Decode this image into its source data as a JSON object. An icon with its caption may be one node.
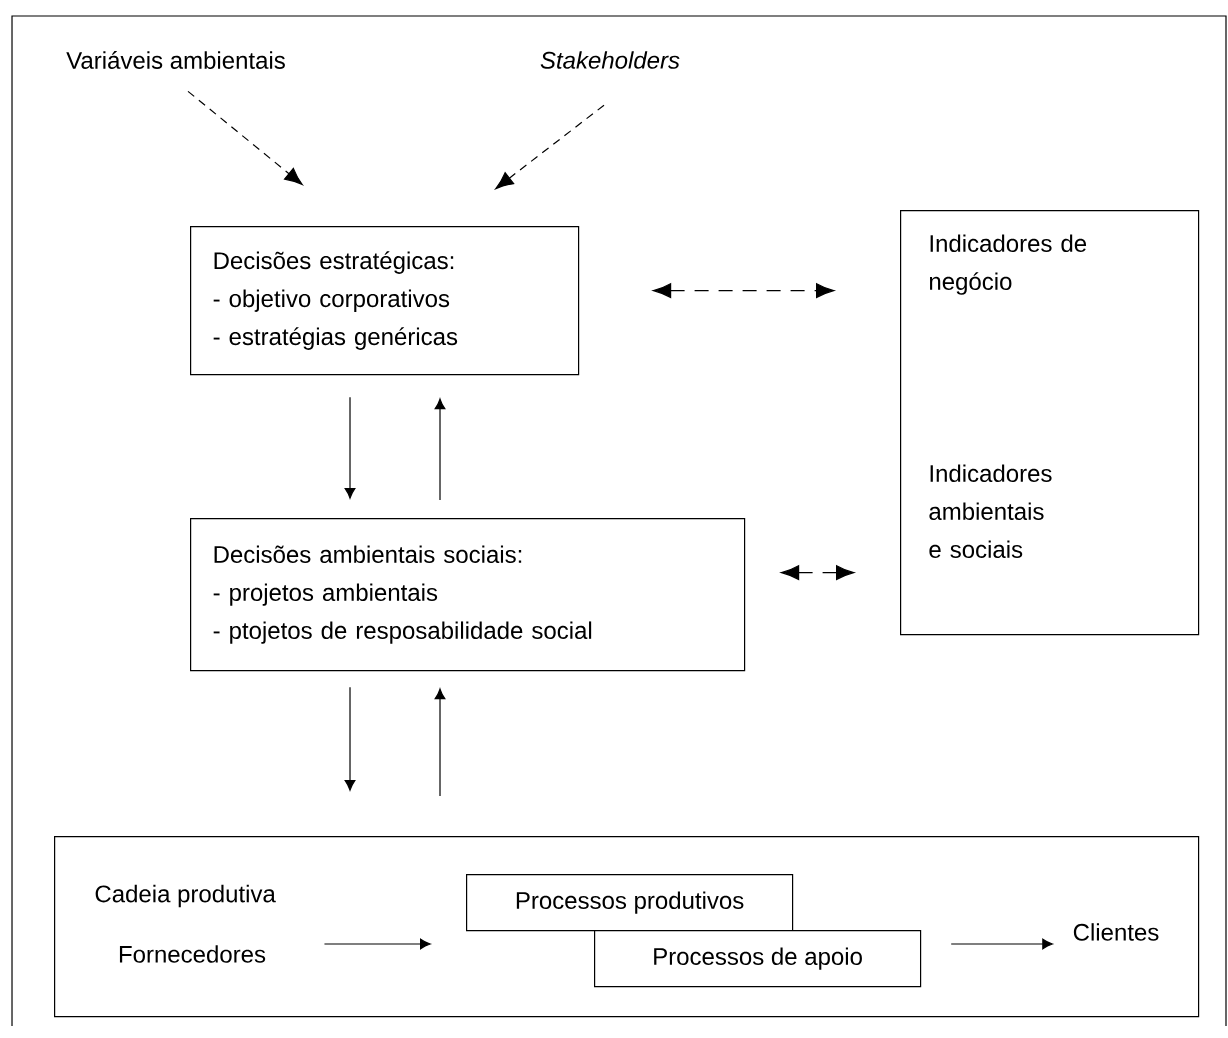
{
  "diagram": {
    "nodes": [
      {
        "text": [
          "Variáveis ambientais"
        ]
      },
      {
        "text": [
          "Stakeholders"
        ]
      },
      {
        "text": [
          "Decisões estratégicas:",
          "- objetivo corporativos",
          "- estratégias genéricas"
        ]
      },
      {
        "text": [
          "Indicadores de negócio",
          "Indicadores ambientais e sociais"
        ]
      },
      {
        "text": [
          "Decisões ambientais sociais:",
          "- projetos ambientais",
          "- ptojetos de resposabilidade social"
        ]
      },
      {
        "text": [
          "Cadeia produtiva"
        ]
      },
      {
        "text": [
          "Fornecedores"
        ],
        "in": 5
      },
      {
        "text": [
          "Processos produtivos"
        ],
        "in": 5
      },
      {
        "text": [
          "Processos de  apoio"
        ],
        "in": 5
      },
      {
        "text": [
          "Clientes"
        ],
        "in": 5
      }
    ],
    "edges": [
      {
        "from": 0,
        "to": 2,
        "arrow": "to",
        "style": "dashed"
      },
      {
        "from": 1,
        "to": 2,
        "arrow": "to",
        "style": "dashed"
      },
      {
        "from": 2,
        "to": 3,
        "arrow": "both",
        "style": "dashed"
      },
      {
        "from": 4,
        "to": 3,
        "arrow": "both",
        "style": "dashed"
      },
      {
        "from": 2,
        "to": 4,
        "arrow": "to"
      },
      {
        "from": 4,
        "to": 2,
        "arrow": "to"
      },
      {
        "from": 4,
        "to": 5,
        "arrow": "to"
      },
      {
        "from": 5,
        "to": 4,
        "arrow": "to"
      },
      {
        "from": 6,
        "to": 7,
        "arrow": "to"
      },
      {
        "from": 8,
        "to": 9,
        "arrow": "to"
      }
    ]
  }
}
